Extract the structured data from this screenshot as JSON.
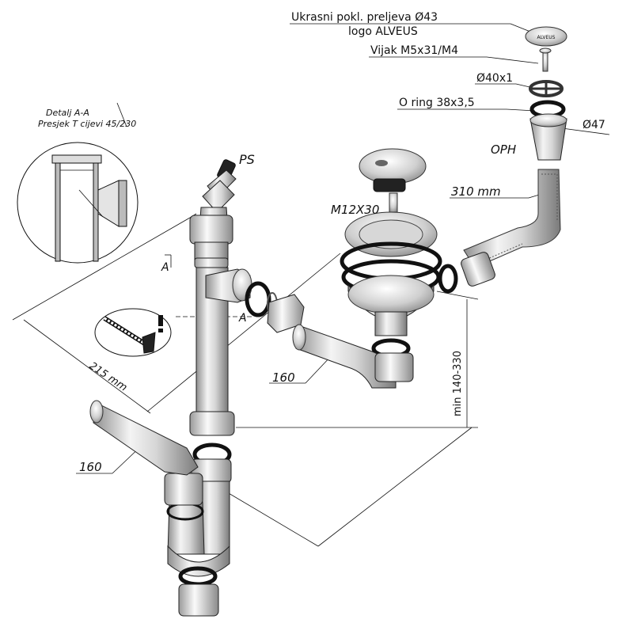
{
  "labels": {
    "cover_plate": "Ukrasni pokl. preljeva Ø43",
    "logo": "logo ALVEUS",
    "screw": "Vijak M5x31/M4",
    "washer": "Ø40x1",
    "o_ring": "O ring 38x3,5",
    "diameter_47": "Ø47",
    "oph": "OPH",
    "hose_length": "310 mm",
    "bolt": "M12X30",
    "ps": "PS",
    "detail_title": "Detalj A-A",
    "detail_subtitle": "Presjek T cijevi 45/230",
    "section_marker_a1": "A",
    "section_marker_a2": "A",
    "dim_215": "215 mm",
    "dim_160_upper": "160",
    "dim_160_lower": "160",
    "dim_min": "min 140-330",
    "brand_mark": "ALVEUS"
  },
  "colors": {
    "line": "#111111",
    "metal_light": "#f0f0f0",
    "metal_dark": "#8a8a8a",
    "rubber": "#1a1a1a"
  },
  "icons": {
    "saw": "hacksaw-icon",
    "warning": "exclamation-icon"
  }
}
